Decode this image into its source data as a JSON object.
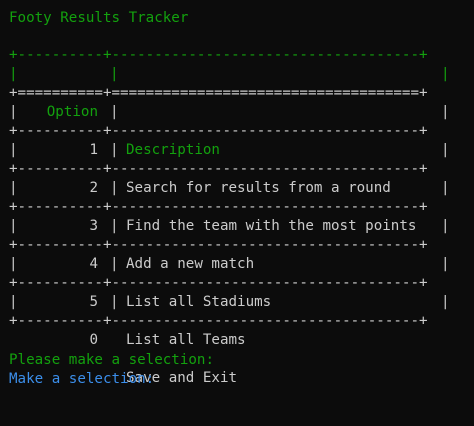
{
  "title": "Footy Results Tracker",
  "colors": {
    "background": "#0c0c0c",
    "heading": "#13a10e",
    "table_text": "#cccccc",
    "prompt": "#3b8eea"
  },
  "table": {
    "headers": {
      "option": "Option",
      "description": "Description"
    },
    "rows": [
      {
        "option": "1",
        "description": "Search for results from a round"
      },
      {
        "option": "2",
        "description": "Find the team with the most points"
      },
      {
        "option": "3",
        "description": "Add a new match"
      },
      {
        "option": "4",
        "description": "List all Stadiums"
      },
      {
        "option": "5",
        "description": "List all Teams"
      },
      {
        "option": "0",
        "description": "Save and Exit"
      }
    ]
  },
  "messages": {
    "instruction": "Please make a selection:",
    "prompt": "Make a selection:"
  }
}
